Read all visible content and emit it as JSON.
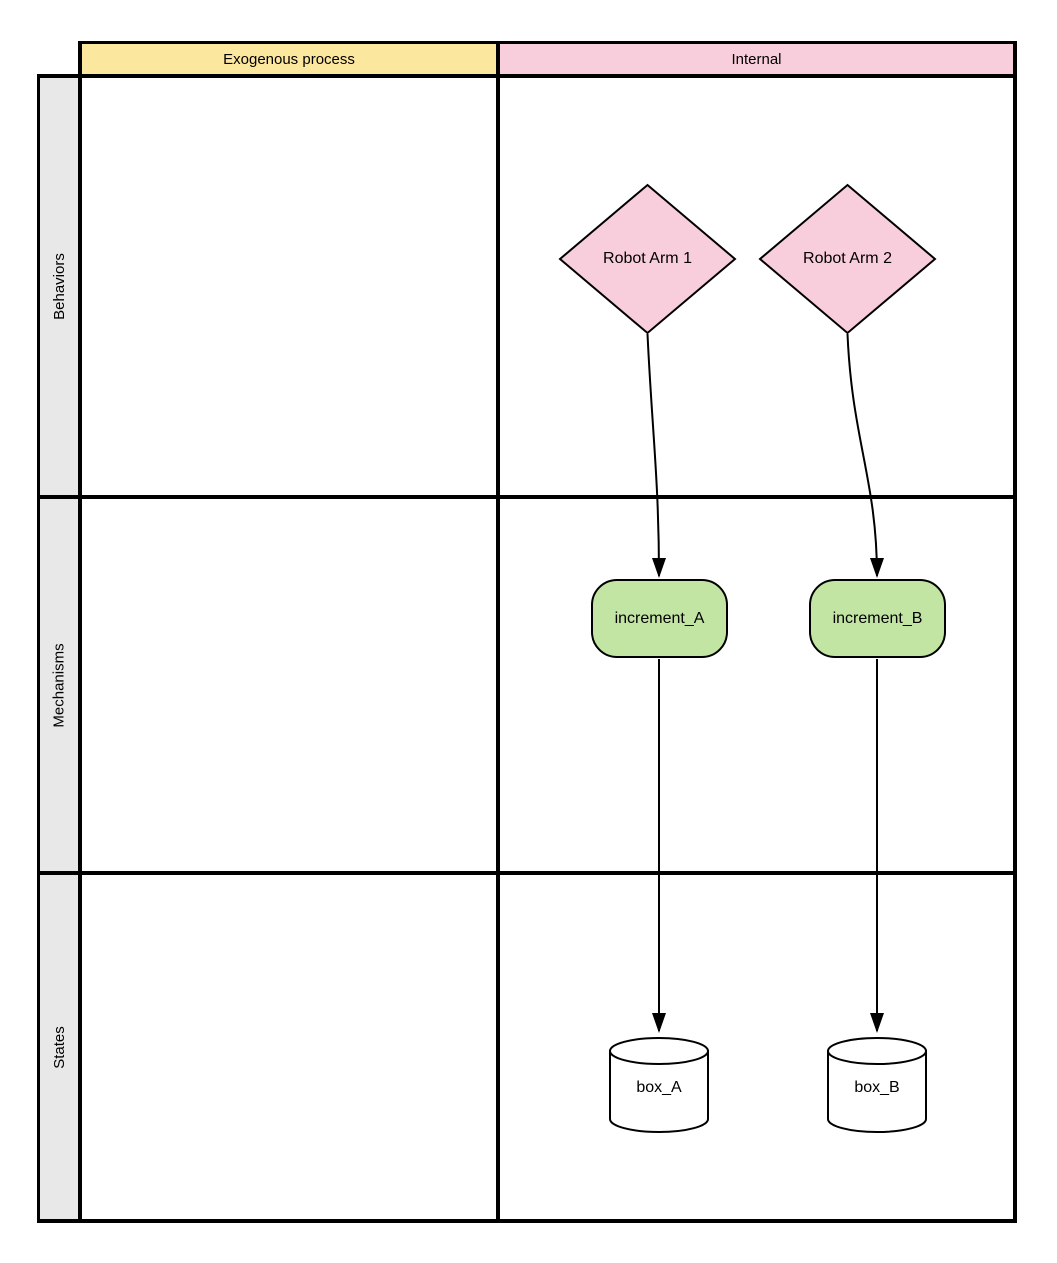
{
  "colors": {
    "header_yellow": "#FCE79E",
    "header_pink": "#F8CEDC",
    "diamond_pink": "#F8CEDC",
    "mechanism_green": "#C2E5A4",
    "label_gray": "#E8E8E8",
    "node_white": "#FFFFFF",
    "line": "#000000"
  },
  "columns": [
    {
      "id": "exogenous",
      "label": "Exogenous process"
    },
    {
      "id": "internal",
      "label": "Internal"
    }
  ],
  "rows": [
    {
      "id": "behaviors",
      "label": "Behaviors"
    },
    {
      "id": "mechanisms",
      "label": "Mechanisms"
    },
    {
      "id": "states",
      "label": "States"
    }
  ],
  "nodes": [
    {
      "id": "robot_arm_1",
      "label": "Robot Arm 1",
      "shape": "diamond",
      "row": "Behaviors",
      "column": "Internal"
    },
    {
      "id": "robot_arm_2",
      "label": "Robot Arm 2",
      "shape": "diamond",
      "row": "Behaviors",
      "column": "Internal"
    },
    {
      "id": "increment_A",
      "label": "increment_A",
      "shape": "rounded-rectangle",
      "row": "Mechanisms",
      "column": "Internal"
    },
    {
      "id": "increment_B",
      "label": "increment_B",
      "shape": "rounded-rectangle",
      "row": "Mechanisms",
      "column": "Internal"
    },
    {
      "id": "box_A",
      "label": "box_A",
      "shape": "cylinder",
      "row": "States",
      "column": "Internal"
    },
    {
      "id": "box_B",
      "label": "box_B",
      "shape": "cylinder",
      "row": "States",
      "column": "Internal"
    }
  ],
  "edges": [
    {
      "from": "robot_arm_1",
      "to": "increment_A"
    },
    {
      "from": "robot_arm_2",
      "to": "increment_B"
    },
    {
      "from": "increment_A",
      "to": "box_A"
    },
    {
      "from": "increment_B",
      "to": "box_B"
    }
  ]
}
